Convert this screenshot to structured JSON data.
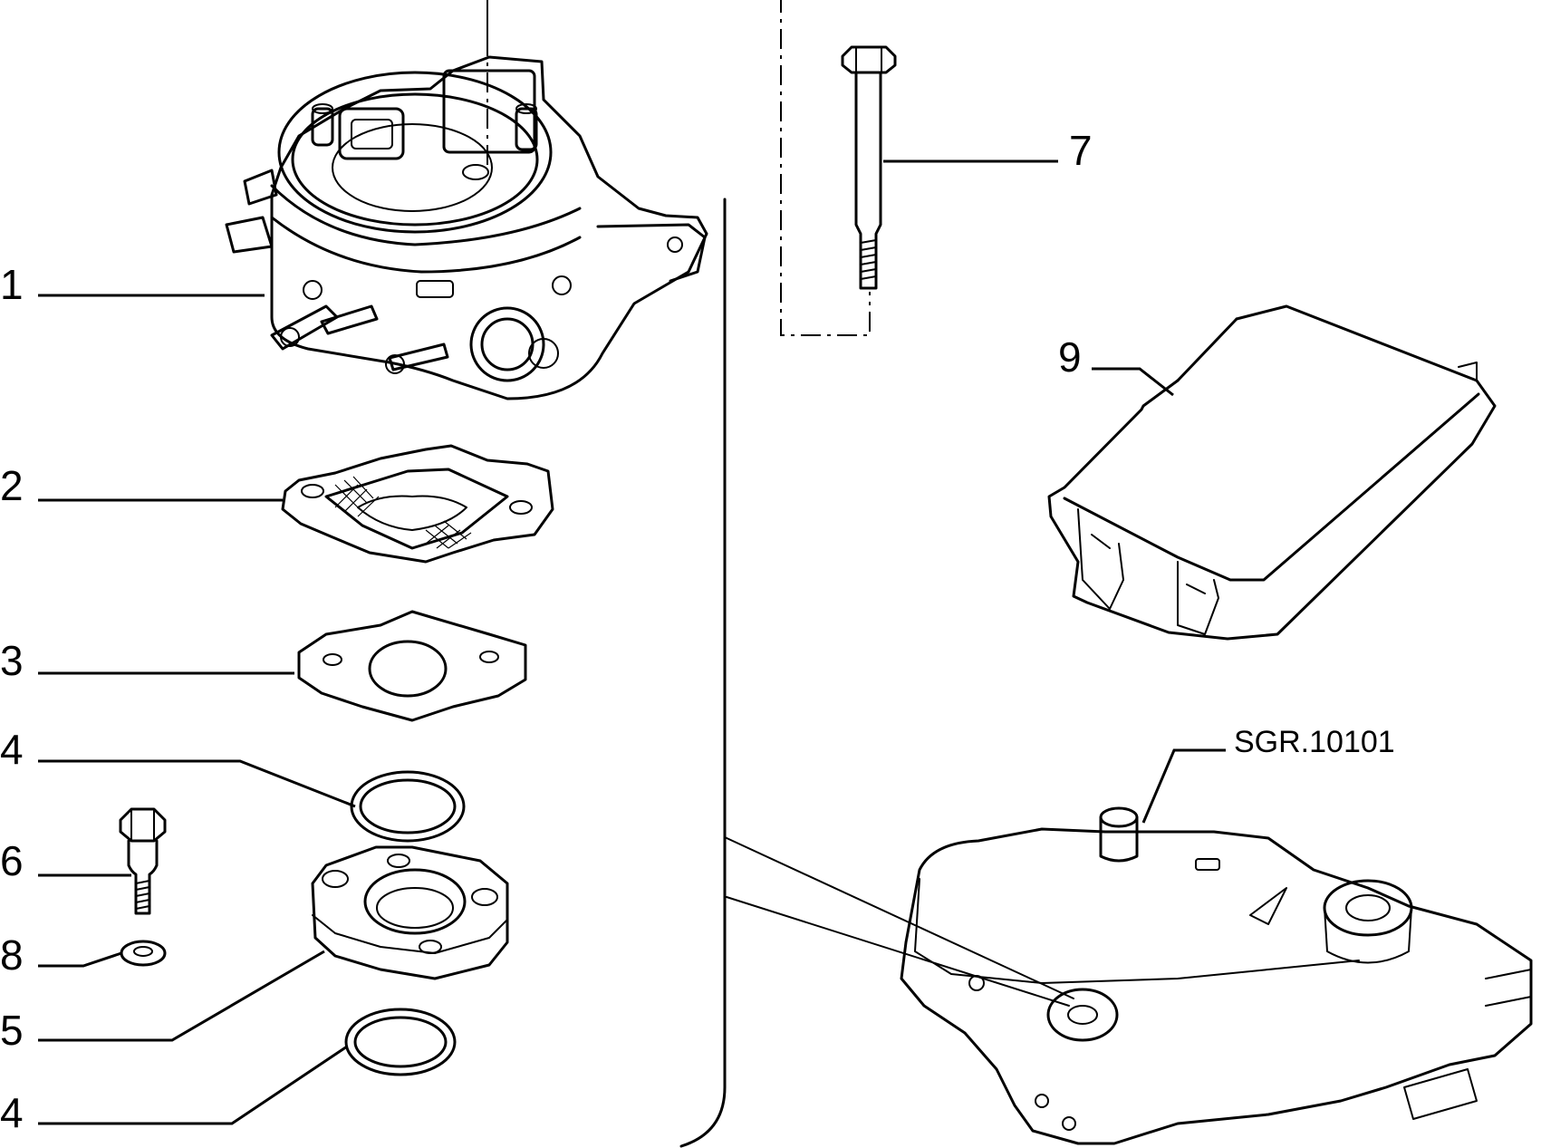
{
  "callouts": {
    "c1": "1",
    "c2": "2",
    "c3": "3",
    "c4a": "4",
    "c4b": "4",
    "c5": "5",
    "c6": "6",
    "c7": "7",
    "c8": "8",
    "c9": "9"
  },
  "reference_code": "SGR.10101"
}
